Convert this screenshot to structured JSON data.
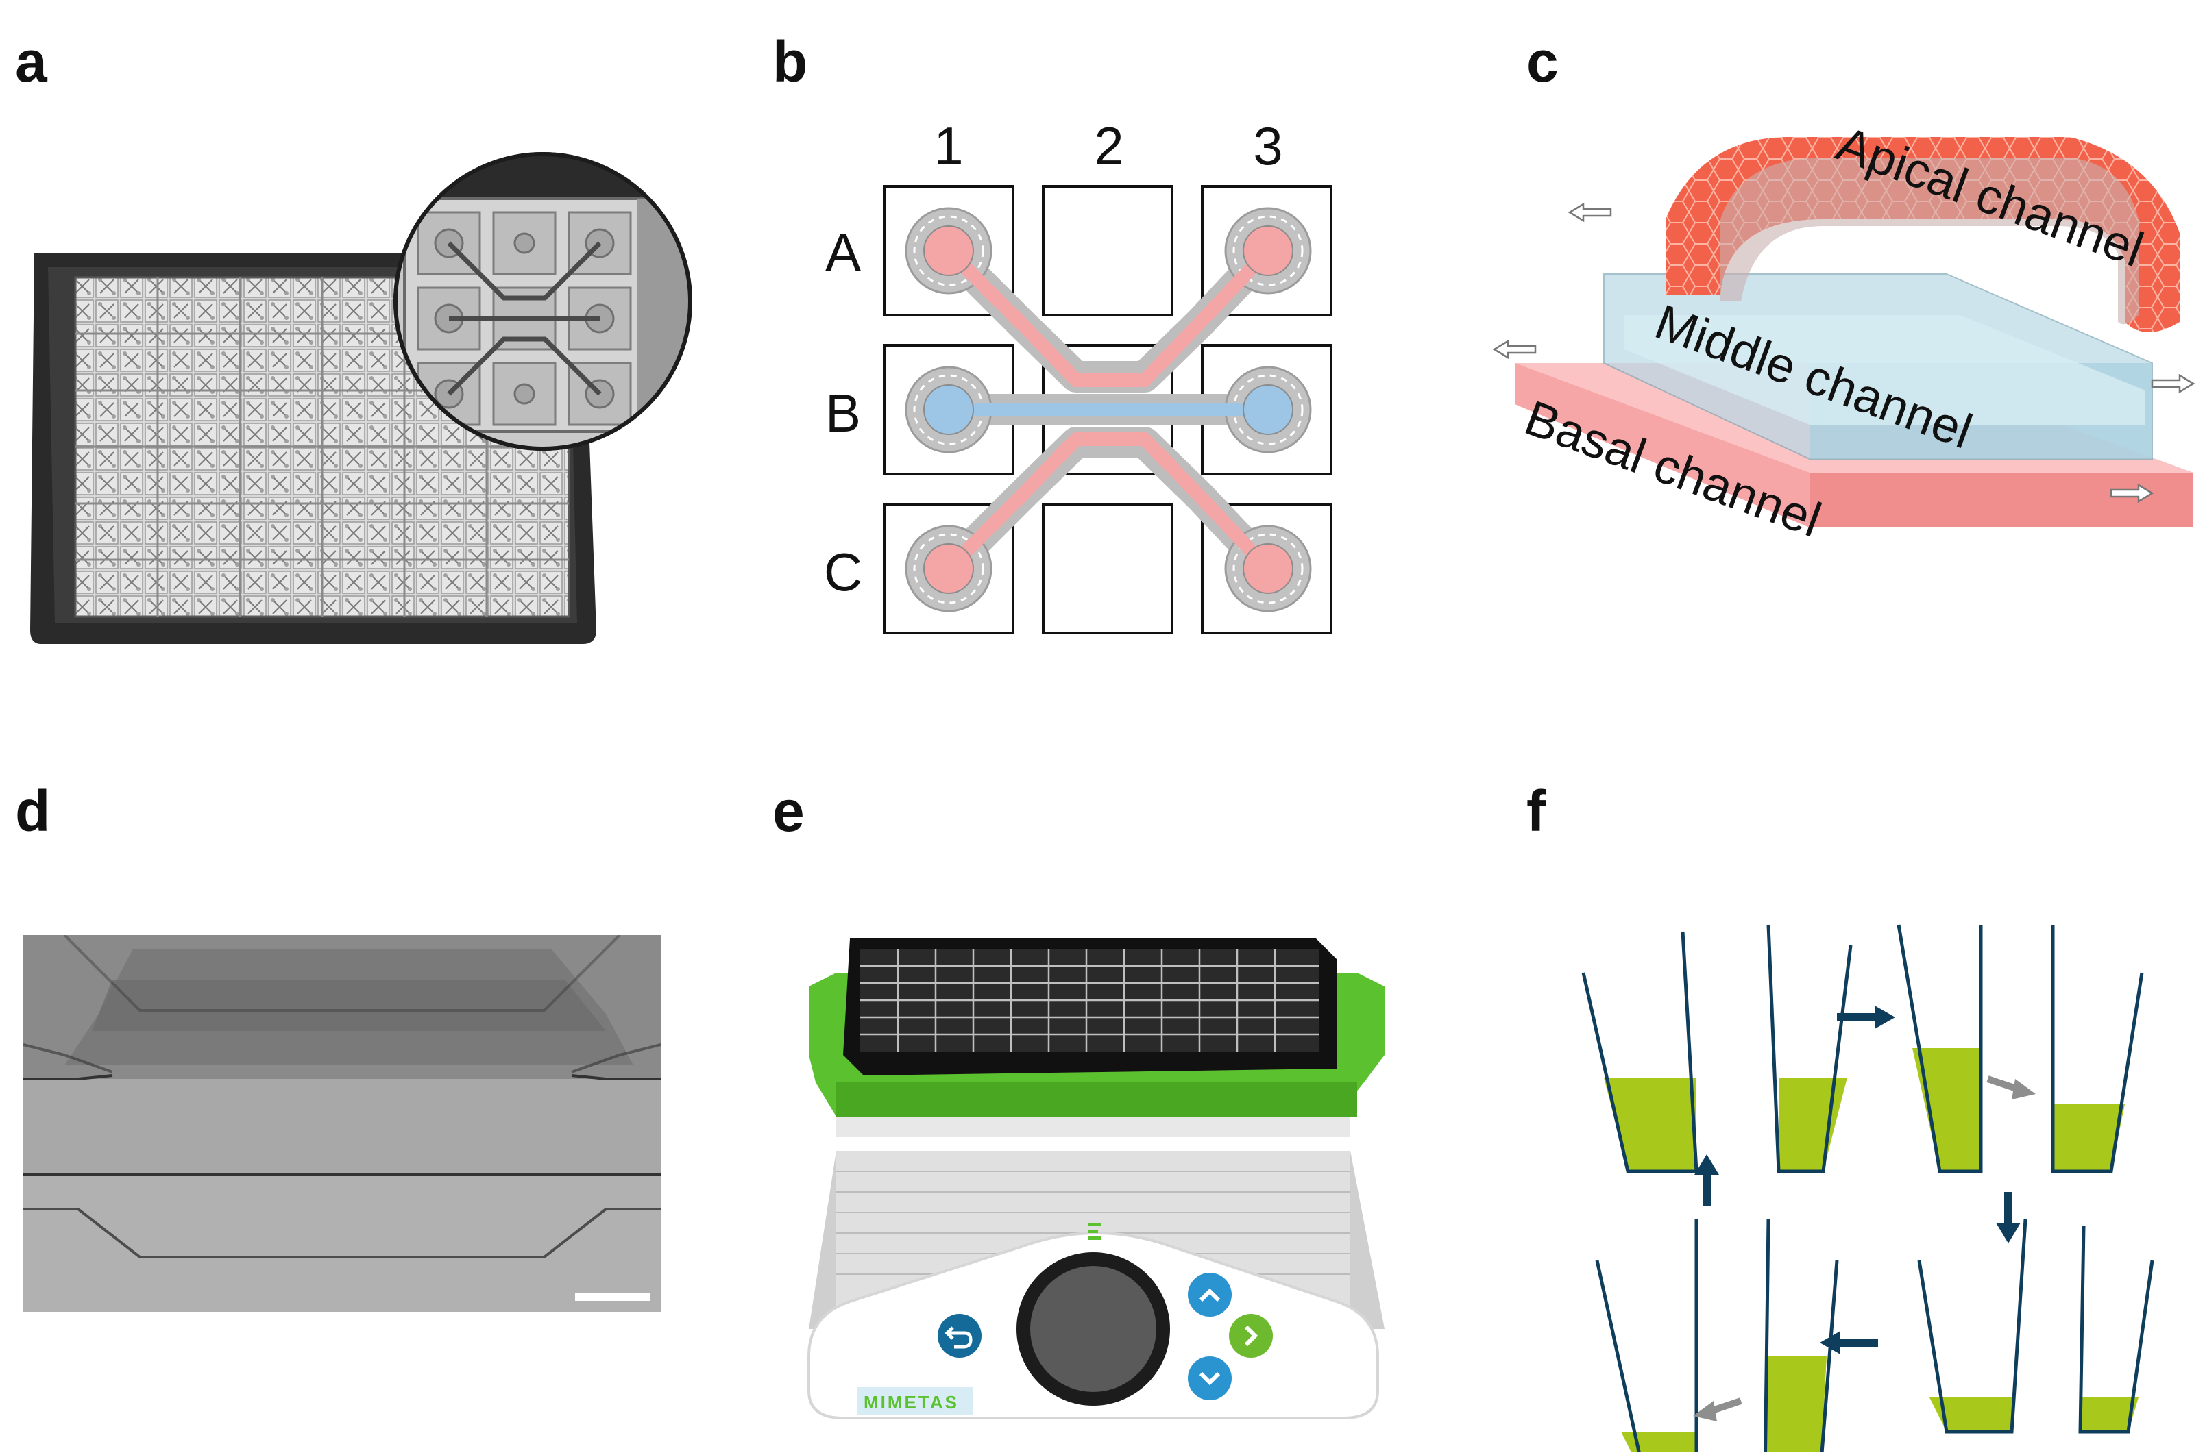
{
  "panels": {
    "a": {
      "label": "a"
    },
    "b": {
      "label": "b",
      "columns": [
        "1",
        "2",
        "3"
      ],
      "rows": [
        "A",
        "B",
        "C"
      ]
    },
    "c": {
      "label": "c",
      "channels": {
        "apical": "Apical channel",
        "middle": "Middle channel",
        "basal": "Basal channel"
      }
    },
    "d": {
      "label": "d"
    },
    "e": {
      "label": "e",
      "brand": "MIMETAS"
    },
    "f": {
      "label": "f"
    }
  },
  "colors": {
    "channel_red": "#f4a5a5",
    "channel_blue": "#9cc5e6",
    "apical_orange": "#f2624a",
    "green_device": "#5cc12e",
    "liquid": "#a8c81c",
    "navy": "#0f3d5c"
  },
  "icons": {
    "e_buttons": [
      "back-arrow-icon",
      "up-chevron-icon",
      "right-chevron-icon",
      "down-chevron-icon"
    ]
  }
}
